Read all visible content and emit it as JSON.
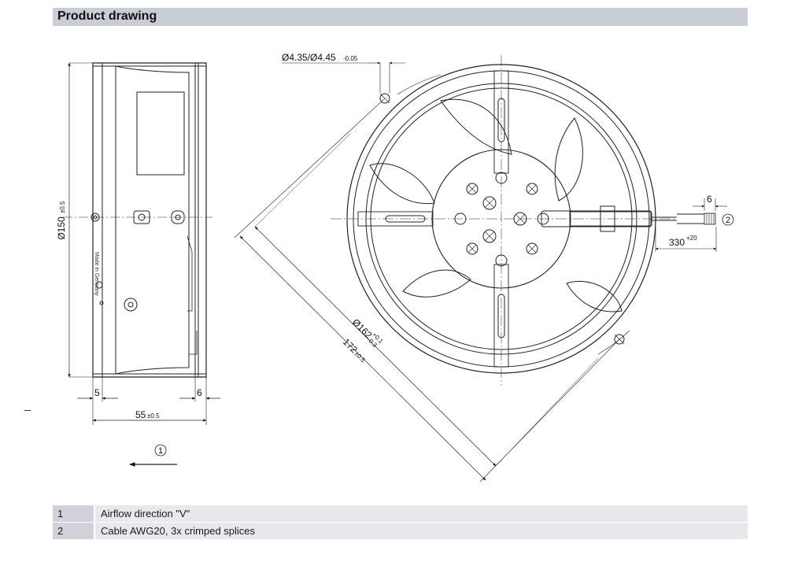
{
  "header": {
    "title": "Product drawing"
  },
  "side_view": {
    "diameter_label": "Ø150",
    "diameter_tol": "±0.5",
    "brand_text": "Made in Germany",
    "dim_left": "5",
    "dim_right": "6",
    "width_label": "55",
    "width_tol": "±0.5",
    "airflow_marker": "1"
  },
  "front_view": {
    "hole_label": "Ø4.35/Ø4.45",
    "hole_tol": "-0.05",
    "bolt_circle_label": "Ø162",
    "bolt_circle_tol_plus": "+0.1",
    "bolt_circle_tol_minus": "-0.3",
    "overall_label": "172",
    "overall_tol": "±0.5",
    "cable_strip": "6",
    "cable_length": "330",
    "cable_tol": "+20",
    "cable_marker": "2"
  },
  "legend": [
    {
      "num": "1",
      "text": "Airflow direction \"V\""
    },
    {
      "num": "2",
      "text": "Cable AWG20, 3x crimped splices"
    }
  ]
}
